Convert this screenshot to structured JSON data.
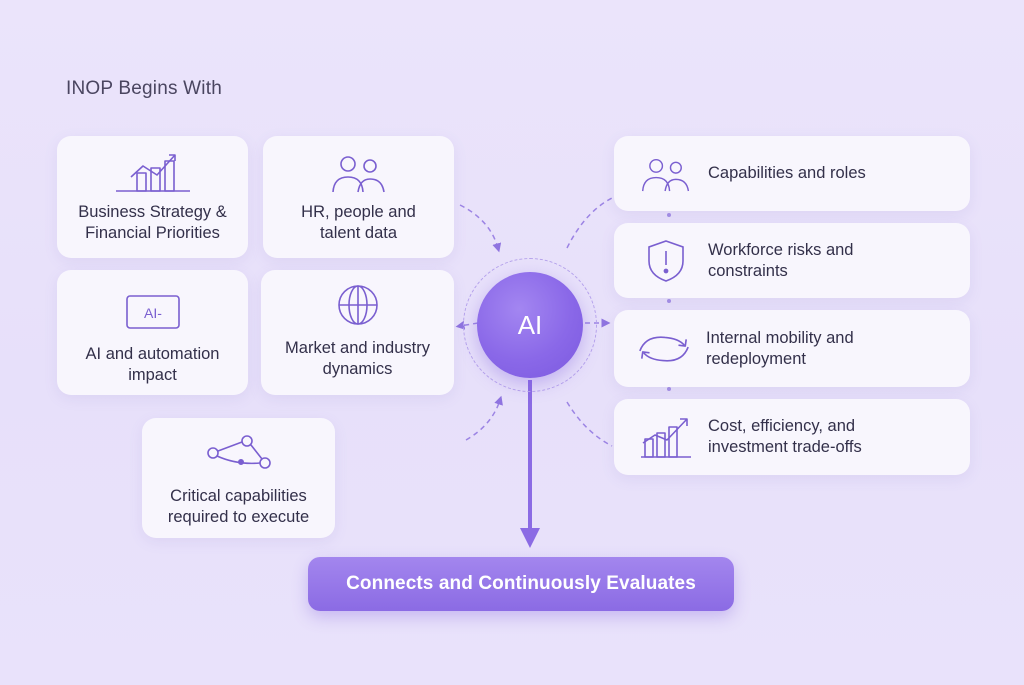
{
  "heading": "INOP Begins With",
  "inputs": [
    {
      "label": "Business Strategy &\nFinancial Priorities",
      "icon": "bar-chart-trend-icon"
    },
    {
      "label": "HR, people and\ntalent data",
      "icon": "people-icon"
    },
    {
      "label": "AI and automation\nimpact",
      "icon": "ai-chip-icon",
      "icon_text": "AI-"
    },
    {
      "label": "Market and industry\ndynamics",
      "icon": "globe-icon"
    },
    {
      "label": "Critical capabilities\nrequired to execute",
      "icon": "network-nodes-icon"
    }
  ],
  "center": {
    "label": "AI"
  },
  "outputs": [
    {
      "label": "Capabilities and roles",
      "icon": "people-icon"
    },
    {
      "label": "Workforce risks and\nconstraints",
      "icon": "shield-alert-icon"
    },
    {
      "label": "Internal mobility and\nredeployment",
      "icon": "circular-arrows-icon"
    },
    {
      "label": "Cost, efficiency, and\ninvestment trade-offs",
      "icon": "growth-chart-icon"
    }
  ],
  "result": {
    "label": "Connects and Continuously Evaluates"
  },
  "colors": {
    "accent": "#8b6be4",
    "icon_stroke": "#7a5fd0",
    "background": "#ebe4fb",
    "card": "#f8f6fd"
  }
}
